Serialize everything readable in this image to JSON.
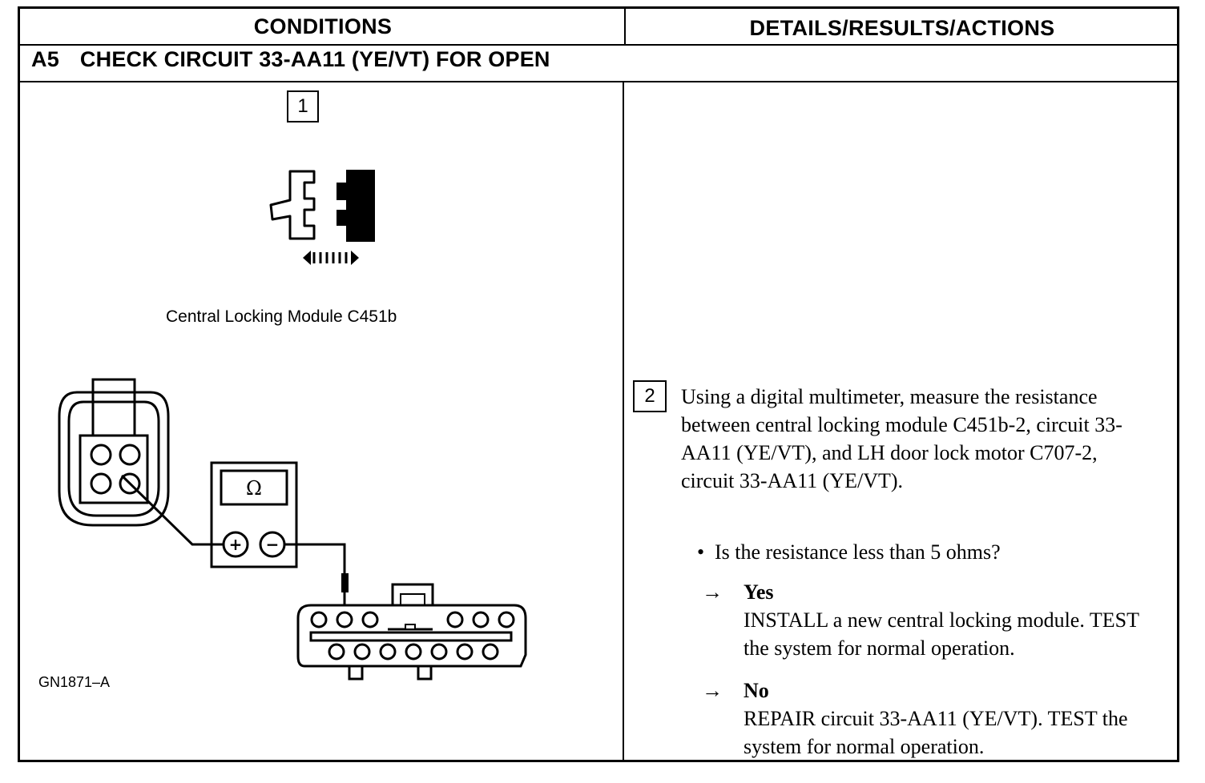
{
  "header": {
    "conditions": "CONDITIONS",
    "details": "DETAILS/RESULTS/ACTIONS"
  },
  "step": {
    "code": "A5",
    "title": "CHECK CIRCUIT 33-AA11 (YE/VT) FOR OPEN"
  },
  "left": {
    "box1": "1",
    "caption": "Central Locking Module C451b",
    "meter_symbol": "Ω",
    "plus": "+",
    "minus": "−",
    "figure_id": "GN1871–A"
  },
  "right": {
    "box2": "2",
    "instruction": "Using a digital multimeter, measure the resistance between central locking module C451b-2, circuit 33-AA11 (YE/VT), and LH door lock motor C707-2, circuit 33-AA11 (YE/VT).",
    "question": "Is the resistance less than 5 ohms?",
    "bullet": "•",
    "arrow": "→",
    "yes_label": "Yes",
    "yes_text": "INSTALL a new central locking module. TEST the system for normal operation.",
    "no_label": "No",
    "no_text": "REPAIR circuit 33-AA11 (YE/VT). TEST the system for normal operation."
  }
}
